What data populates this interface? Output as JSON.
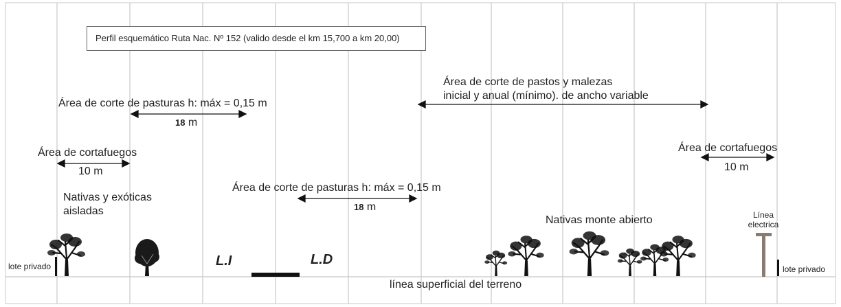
{
  "title": "Perfil esquemático Ruta Nac. Nº 152 (valido desde el km 15,700 a km 20,00)",
  "labels": {
    "corte_pastos_line1": "Área de corte de pastos y malezas",
    "corte_pastos_line2": "inicial y anual (mínimo). de ancho variable",
    "corte_pasturas_izq": "Área de corte de pasturas h: máx = 0,15 m",
    "corte_pasturas_izq_num": "18",
    "corte_pasturas_izq_unit": "m",
    "cortafuegos_izq": "Área de cortafuegos",
    "cortafuegos_izq_dim": "10 m",
    "cortafuegos_der": "Área de cortafuegos",
    "cortafuegos_der_dim": "10 m",
    "corte_pasturas_centro": "Área de corte de pasturas h: máx = 0,15 m",
    "corte_pasturas_centro_num": "18",
    "corte_pasturas_centro_unit": "m",
    "nativas_exoticas_line1": "Nativas y exóticas",
    "nativas_exoticas_line2": "aisladas",
    "nativas_monte": "Nativas monte abierto",
    "linea_electrica_line1": "Línea",
    "linea_electrica_line2": "electrica",
    "lote_privado_izq": "lote privado",
    "lote_privado_der": "lote privado",
    "li": "L.I",
    "ld": "L.D",
    "terreno": "línea superficial del terreno"
  },
  "colors": {
    "grid_line": "#c8c8c8",
    "ink": "#222222",
    "pole": "#8a7b72"
  }
}
